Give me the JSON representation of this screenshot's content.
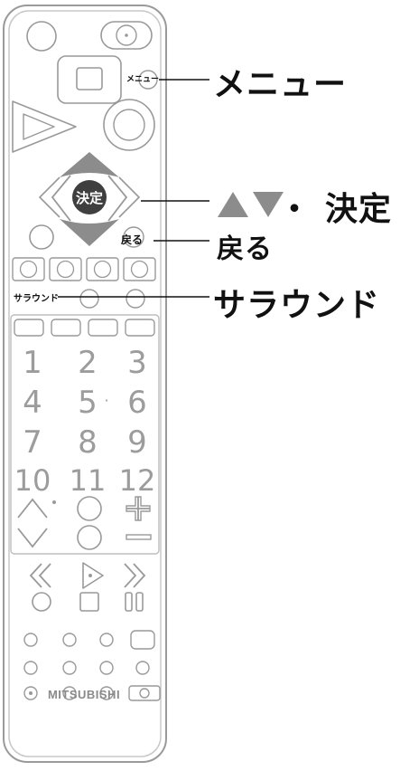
{
  "remote": {
    "brand": "MITSUBISHI",
    "enter_key_label": "決定",
    "button_labels": {
      "menu": "メニュー",
      "back": "戻る",
      "surround": "サラウンド"
    },
    "numbers": [
      "1",
      "2",
      "3",
      "4",
      "5",
      "6",
      "7",
      "8",
      "9",
      "10",
      "11",
      "12"
    ],
    "number_separator": "·"
  },
  "callouts": {
    "menu": "メニュー",
    "enter": "▲▼・決定",
    "enter_parts": {
      "triangles": "▲▼",
      "separator": "・",
      "text": "決定"
    },
    "back": "戻る",
    "surround": "サラウンド"
  },
  "colors": {
    "outline": "#9a9a9a",
    "button_fill": "#ffffff",
    "dpad_arrow": "#8c8c8c",
    "enter_key": "#3f3f3f",
    "numeral": "#9c9c9c",
    "text": "#111111"
  },
  "icons": [
    "power-icon",
    "input-icon",
    "stop-square-icon",
    "play-triangle-icon",
    "record-circle-icon",
    "up-arrow-icon",
    "down-arrow-icon",
    "left-chevron-icon",
    "right-chevron-icon",
    "volume-up-icon",
    "volume-down-icon",
    "rewind-icon",
    "fast-forward-icon",
    "pause-icon"
  ]
}
